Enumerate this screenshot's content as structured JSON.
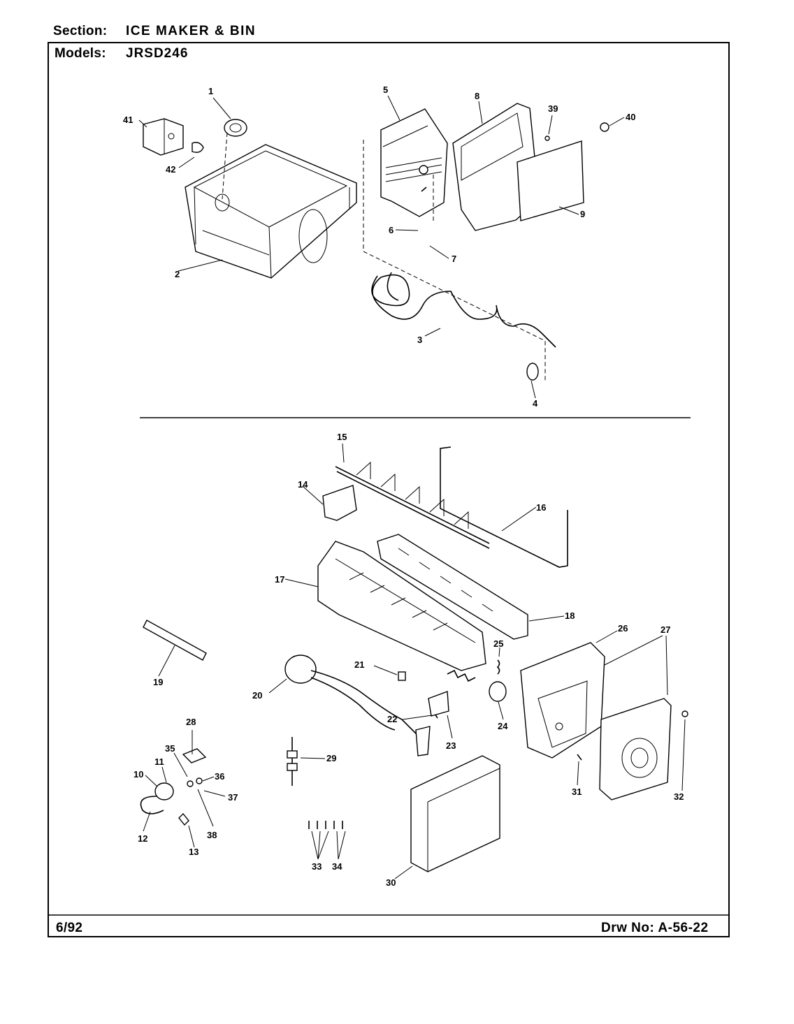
{
  "header": {
    "section_label": "Section:",
    "section_value": "ICE MAKER & BIN",
    "models_label": "Models:",
    "models_value": "JRSD246"
  },
  "footer": {
    "date": "6/92",
    "drawing_number": "Drw No:  A-56-22"
  },
  "callouts": [
    "1",
    "2",
    "3",
    "4",
    "5",
    "6",
    "7",
    "8",
    "9",
    "10",
    "11",
    "12",
    "13",
    "14",
    "15",
    "16",
    "17",
    "18",
    "19",
    "20",
    "21",
    "22",
    "23",
    "24",
    "25",
    "26",
    "27",
    "28",
    "29",
    "30",
    "31",
    "32",
    "33",
    "34",
    "35",
    "36",
    "37",
    "38",
    "39",
    "40",
    "41",
    "42"
  ]
}
